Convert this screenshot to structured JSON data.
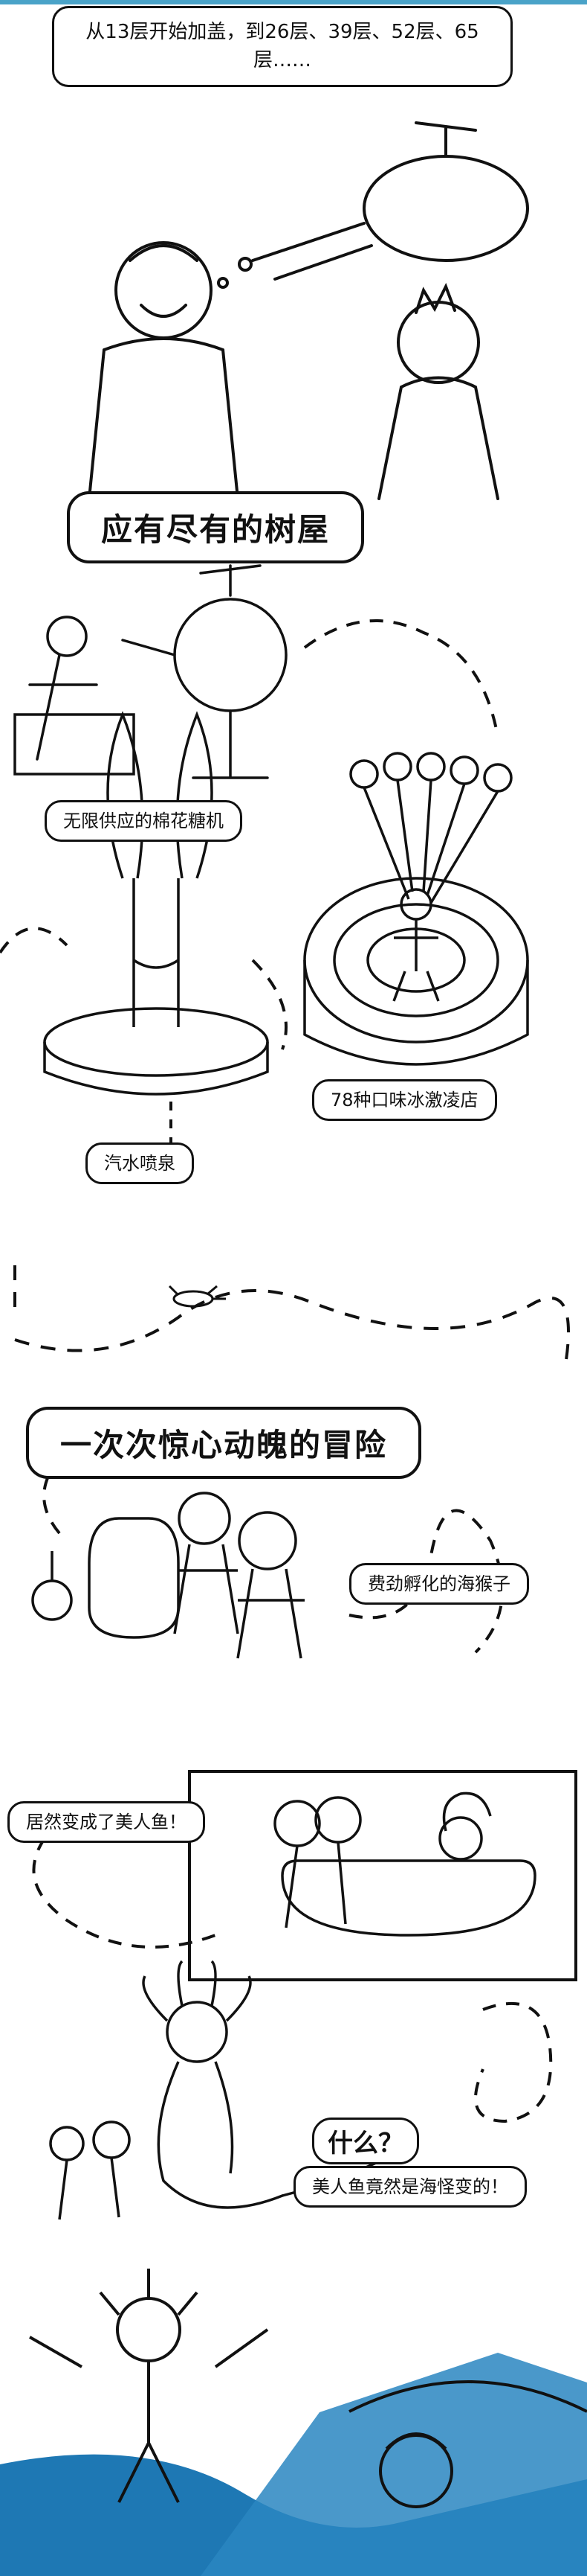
{
  "colors": {
    "ink": "#111111",
    "paper": "#ffffff",
    "accent_blue": "#1e78b4",
    "top_bar": "#4aa3c8"
  },
  "story": {
    "intro_caption": "从13层开始加盖，到26层、39层、52层、65层……",
    "section_treehouse": {
      "heading": "应有尽有的树屋",
      "captions": [
        "无限供应的棉花糖机",
        "78种口味冰激凌店",
        "汽水喷泉"
      ]
    },
    "section_adventure": {
      "heading": "一次次惊心动魄的冒险",
      "captions": [
        "费劲孵化的海猴子",
        "居然变成了美人鱼！",
        "美人鱼竟然是海怪变的！"
      ],
      "exclamation": "什么？"
    }
  }
}
